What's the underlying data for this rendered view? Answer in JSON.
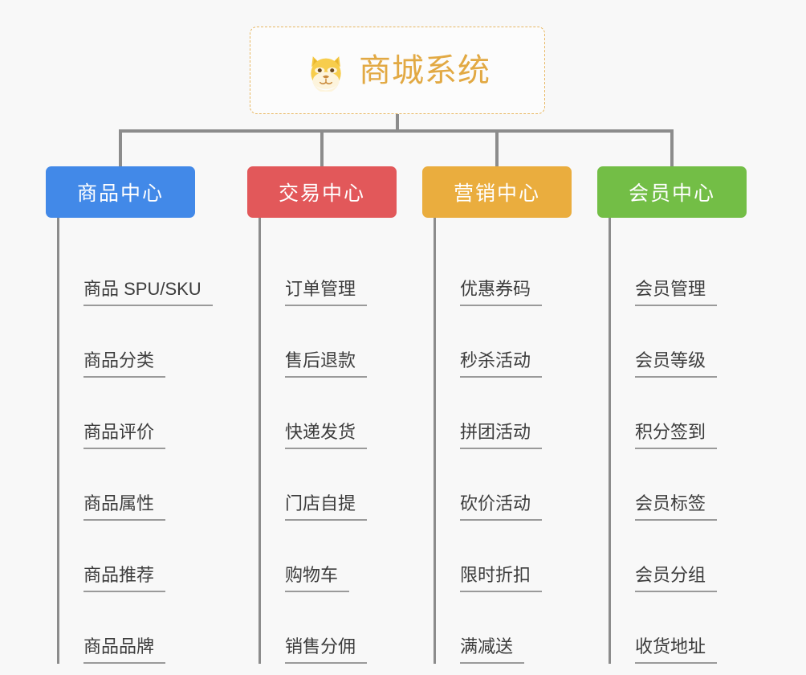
{
  "background_color": "#f8f8f8",
  "root": {
    "title": "商城系统",
    "icon": "shiba-dog-face-icon",
    "title_color": "#e2a943",
    "border_color": "#e8b863"
  },
  "connector_color": "#8c8c8c",
  "categories": [
    {
      "label": "商品中心",
      "color": "#4289e8",
      "items": [
        "商品 SPU/SKU",
        "商品分类",
        "商品评价",
        "商品属性",
        "商品推荐",
        "商品品牌"
      ]
    },
    {
      "label": "交易中心",
      "color": "#e2585a",
      "items": [
        "订单管理",
        "售后退款",
        "快递发货",
        "门店自提",
        "购物车",
        "销售分佣"
      ]
    },
    {
      "label": "营销中心",
      "color": "#eaad3e",
      "items": [
        "优惠券码",
        "秒杀活动",
        "拼团活动",
        "砍价活动",
        "限时折扣",
        "满减送"
      ]
    },
    {
      "label": "会员中心",
      "color": "#73be46",
      "items": [
        "会员管理",
        "会员等级",
        "积分签到",
        "会员标签",
        "会员分组",
        "收货地址"
      ]
    }
  ]
}
